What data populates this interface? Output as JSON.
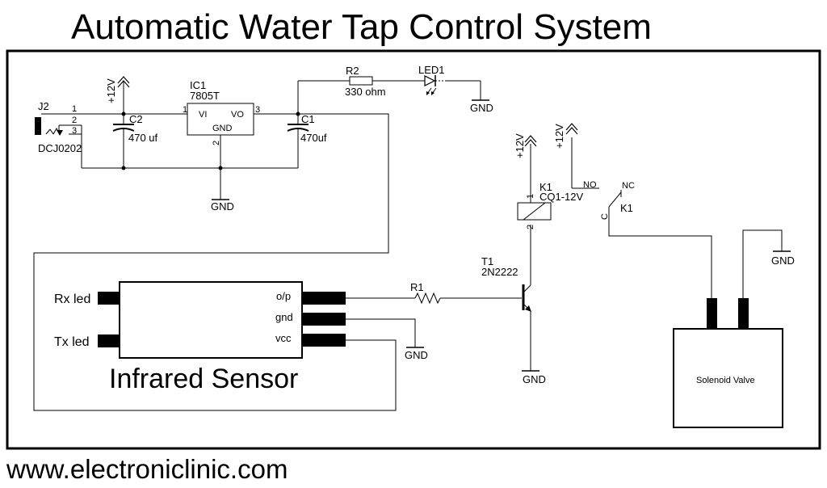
{
  "title": "Automatic Water Tap Control System",
  "footer_url": "www.electroniclinic.com",
  "power_jack": {
    "ref": "J2",
    "part": "DCJ0202",
    "pins": [
      "1",
      "2",
      "3"
    ]
  },
  "regulator": {
    "ref": "IC1",
    "part": "7805T",
    "vi": "VI",
    "vo": "VO",
    "gnd": "GND",
    "pin_in": "1",
    "pin_gnd": "2",
    "pin_out": "3"
  },
  "cap_c2": {
    "ref": "C2",
    "value": "470 uf"
  },
  "cap_c1": {
    "ref": "C1",
    "value": "470uf"
  },
  "resistor_r2": {
    "ref": "R2",
    "value": "330 ohm"
  },
  "led1": {
    "ref": "LED1"
  },
  "resistor_r1": {
    "ref": "R1"
  },
  "transistor": {
    "ref": "T1",
    "part": "2N2222"
  },
  "relay": {
    "ref": "K1",
    "part": "CQ1-12V",
    "pin1": "1",
    "pin2": "2",
    "switch_ref": "K1",
    "no": "NO",
    "nc": "NC",
    "common": "C"
  },
  "supply_label": "+12V",
  "ground_label": "GND",
  "sensor": {
    "name": "Infrared Sensor",
    "rx": "Rx led",
    "tx": "Tx led",
    "pin_out": "o/p",
    "pin_gnd": "gnd",
    "pin_vcc": "vcc"
  },
  "valve": {
    "name": "Solenoid Valve"
  }
}
